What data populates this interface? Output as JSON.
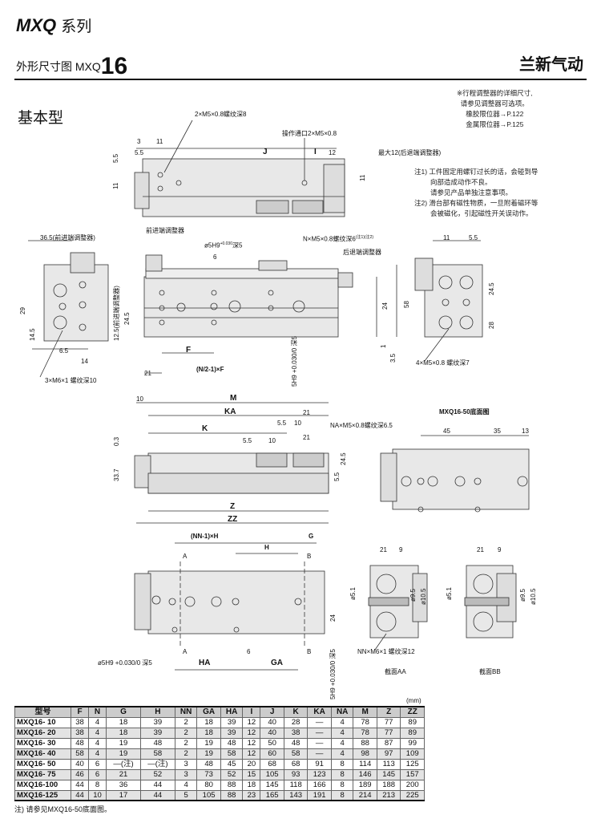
{
  "header": {
    "series": "MXQ",
    "series_suffix": "系列",
    "subtitle_prefix": "外形尺寸图 MXQ",
    "subtitle_model": "16",
    "brand": "兰新气动",
    "section": "基本型"
  },
  "ref_note": [
    "※行程调整器的详细尺寸,",
    "请参见调整器可选项。",
    "橡胶限位器→P.122",
    "金属限位器→P.125"
  ],
  "notes": [
    "注1) 工件固定用螺钉过长的话，会碰到导",
    "向部造成动作不良。",
    "请参见产品单独注意事项。",
    "注2) 滑台部有磁性物质，一旦附着磁环等",
    "会被磁化，引起磁性开关误动作。"
  ],
  "top_view": {
    "thread": "2×M5×0.8螺纹深8",
    "port": "操作通口2×M5×0.8",
    "d3": "3",
    "d11": "11",
    "d55": "5.5",
    "J": "J",
    "I": "I",
    "d12": "12",
    "max": "最大12(后退端调整器)",
    "v55": "5.5",
    "v11": "11",
    "r11": "11"
  },
  "left_view": {
    "d365": "36.5(前进端调整器)",
    "d29": "29",
    "d145": "14.5",
    "d65": "6.5",
    "d14": "14",
    "thread": "3×M6×1 螺纹深10",
    "d125": "12.5(前进端调整器)"
  },
  "side_view": {
    "front_adj": "前进端调整器",
    "pin": "ø5H9",
    "tol": "+0.030",
    "tol0": "0",
    "depth": "深5",
    "n_thread": "N×M5×0.8螺纹深6",
    "n_note": "(注1)(注2)",
    "d6": "6",
    "rear_adj": "后退端调整器",
    "d245": "24.5",
    "F": "F",
    "d21": "21",
    "nf": "(N/2-1)×F",
    "slot": "5H9 +0.030/0 深5",
    "d24": "24",
    "d58": "58",
    "d1": "1",
    "d35": "3.5"
  },
  "right_view": {
    "d11": "11",
    "d55": "5.5",
    "d245": "24.5",
    "d28": "28",
    "thread": "4×M5×0.8 螺纹深7"
  },
  "side_view2": {
    "d10": "10",
    "M": "M",
    "KA": "KA",
    "d21a": "21",
    "d55a": "5.5",
    "d10a": "10",
    "na_thread": "NA×M5×0.8螺纹深6.5",
    "K": "K",
    "d21b": "21",
    "d55b": "5.5",
    "d10b": "10",
    "d03": "0.3",
    "d337": "33.7",
    "d245": "24.5",
    "d55c": "5.5",
    "Z": "Z",
    "ZZ": "ZZ"
  },
  "bottom_view": {
    "title": "MXQ16-50底面图",
    "d45": "45",
    "d35": "35",
    "d13": "13"
  },
  "bottom_main": {
    "nnh": "(NN-1)×H",
    "G": "G",
    "H": "H",
    "A": "A",
    "B": "B",
    "d24": "24",
    "d6": "6",
    "pin": "ø5H9 +0.030/0 深5",
    "HA": "HA",
    "GA": "GA",
    "slot": "5H9 +0.030/0 深5"
  },
  "section_aa": {
    "d21": "21",
    "d9": "9",
    "d51": "ø5.1",
    "d95": "ø9.5",
    "d105": "ø10.5",
    "thread": "NN×M6×1 螺纹深12",
    "title": "截面AA"
  },
  "section_bb": {
    "d21": "21",
    "d9": "9",
    "d51": "ø5.1",
    "d95": "ø9.5",
    "d105": "ø10.5",
    "title": "截面BB"
  },
  "table": {
    "unit": "(mm)",
    "headers": [
      "型号",
      "F",
      "N",
      "G",
      "H",
      "NN",
      "GA",
      "HA",
      "I",
      "J",
      "K",
      "KA",
      "NA",
      "M",
      "Z",
      "ZZ"
    ],
    "rows": [
      [
        "MXQ16- 10",
        "38",
        "4",
        "18",
        "39",
        "2",
        "18",
        "39",
        "12",
        "40",
        "28",
        "—",
        "4",
        "78",
        "77",
        "89"
      ],
      [
        "MXQ16- 20",
        "38",
        "4",
        "18",
        "39",
        "2",
        "18",
        "39",
        "12",
        "40",
        "38",
        "—",
        "4",
        "78",
        "77",
        "89"
      ],
      [
        "MXQ16- 30",
        "48",
        "4",
        "19",
        "48",
        "2",
        "19",
        "48",
        "12",
        "50",
        "48",
        "—",
        "4",
        "88",
        "87",
        "99"
      ],
      [
        "MXQ16- 40",
        "58",
        "4",
        "19",
        "58",
        "2",
        "19",
        "58",
        "12",
        "60",
        "58",
        "—",
        "4",
        "98",
        "97",
        "109"
      ],
      [
        "MXQ16- 50",
        "40",
        "6",
        "—(注)",
        "—(注)",
        "3",
        "48",
        "45",
        "20",
        "68",
        "68",
        "91",
        "8",
        "114",
        "113",
        "125"
      ],
      [
        "MXQ16- 75",
        "46",
        "6",
        "21",
        "52",
        "3",
        "73",
        "52",
        "15",
        "105",
        "93",
        "123",
        "8",
        "146",
        "145",
        "157"
      ],
      [
        "MXQ16-100",
        "44",
        "8",
        "36",
        "44",
        "4",
        "80",
        "88",
        "18",
        "145",
        "118",
        "166",
        "8",
        "189",
        "188",
        "200"
      ],
      [
        "MXQ16-125",
        "44",
        "10",
        "17",
        "44",
        "5",
        "105",
        "88",
        "23",
        "165",
        "143",
        "191",
        "8",
        "214",
        "213",
        "225"
      ]
    ],
    "footnote": "注) 请参见MXQ16-50底面图。"
  }
}
